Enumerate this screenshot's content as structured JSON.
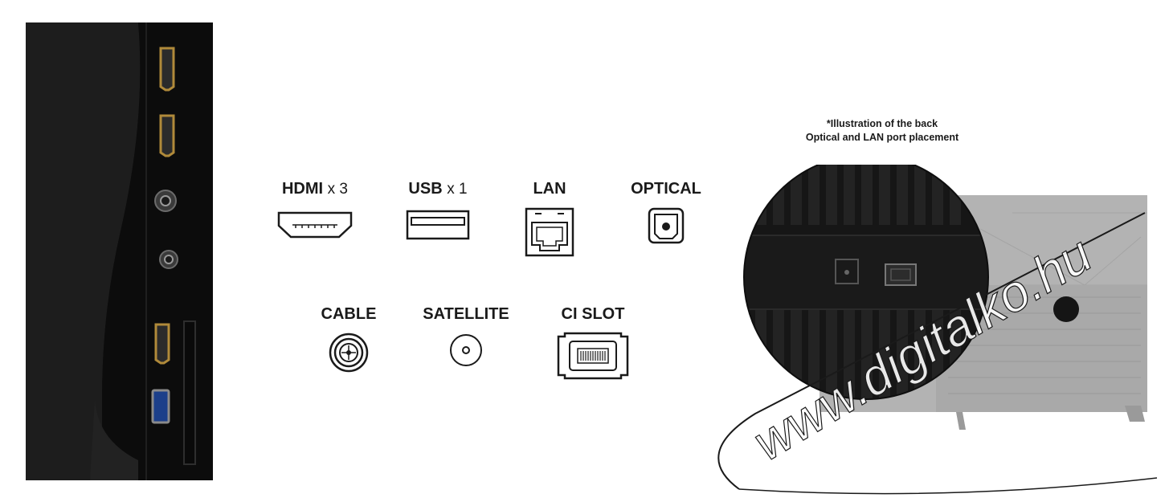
{
  "ports": {
    "hdmi": {
      "label": "HDMI",
      "count": "x 3"
    },
    "usb": {
      "label": "USB",
      "count": "x 1"
    },
    "lan": {
      "label": "LAN"
    },
    "optical": {
      "label": "OPTICAL"
    },
    "cable": {
      "label": "CABLE"
    },
    "satellite": {
      "label": "SATELLITE"
    },
    "ci_slot": {
      "label": "CI SLOT"
    }
  },
  "note": {
    "line1": "*Illustration of the back",
    "line2": "Optical and LAN port placement"
  },
  "watermark": "www.digitalko.hu",
  "icons": [
    "hdmi-port-icon",
    "usb-port-icon",
    "lan-port-icon",
    "optical-port-icon",
    "cable-port-icon",
    "satellite-port-icon",
    "ci-slot-icon"
  ],
  "colors": {
    "tv_body": "#141414",
    "panel_grey": "#b3b3b3",
    "text": "#1a1a1a"
  }
}
